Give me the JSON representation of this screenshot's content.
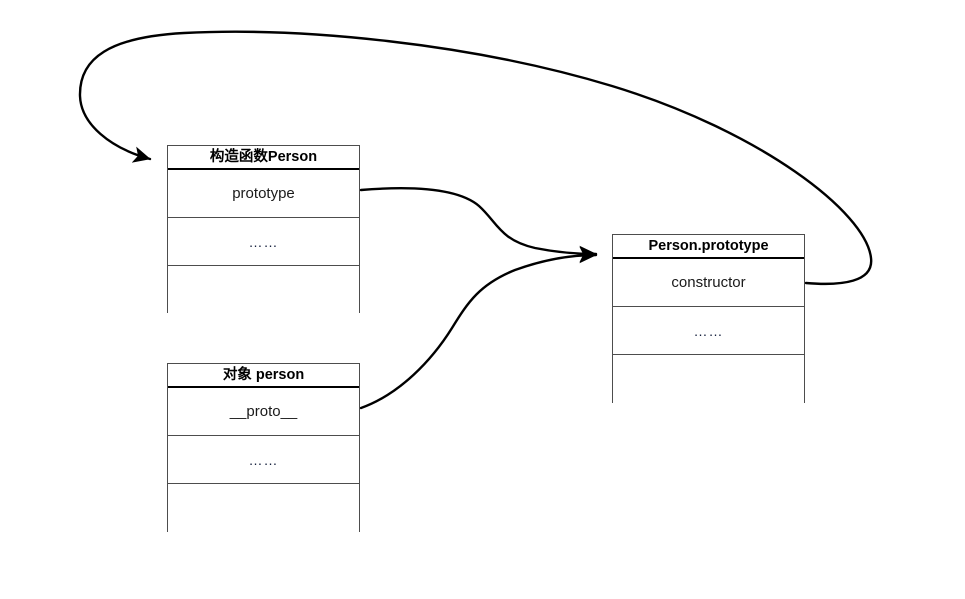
{
  "diagram": {
    "title": "JavaScript prototype relationship diagram",
    "background_color": "#ffffff",
    "line_color": "#000000",
    "box_border_color": "#4d4d4d",
    "header_rule_color": "#000000",
    "text_color": "#1a1a1a",
    "ellipsis_color": "#16213e"
  },
  "boxes": {
    "constructor_person": {
      "header": "构造函数Person",
      "rows": [
        {
          "label": "prototype"
        },
        {
          "label": "……"
        },
        {
          "label": ""
        }
      ]
    },
    "person_prototype": {
      "header": "Person.prototype",
      "rows": [
        {
          "label": "constructor"
        },
        {
          "label": "……"
        },
        {
          "label": ""
        }
      ]
    },
    "object_person": {
      "header": "对象 person",
      "rows": [
        {
          "label": "__proto__"
        },
        {
          "label": "……"
        },
        {
          "label": ""
        }
      ]
    }
  },
  "edges": [
    {
      "name": "prototype-to-person-prototype",
      "from": "constructor_person.prototype",
      "to": "person_prototype.header"
    },
    {
      "name": "proto-to-person-prototype",
      "from": "object_person.__proto__",
      "to": "person_prototype.header"
    },
    {
      "name": "constructor-back-to-person",
      "from": "person_prototype.constructor",
      "to": "constructor_person.header"
    }
  ]
}
